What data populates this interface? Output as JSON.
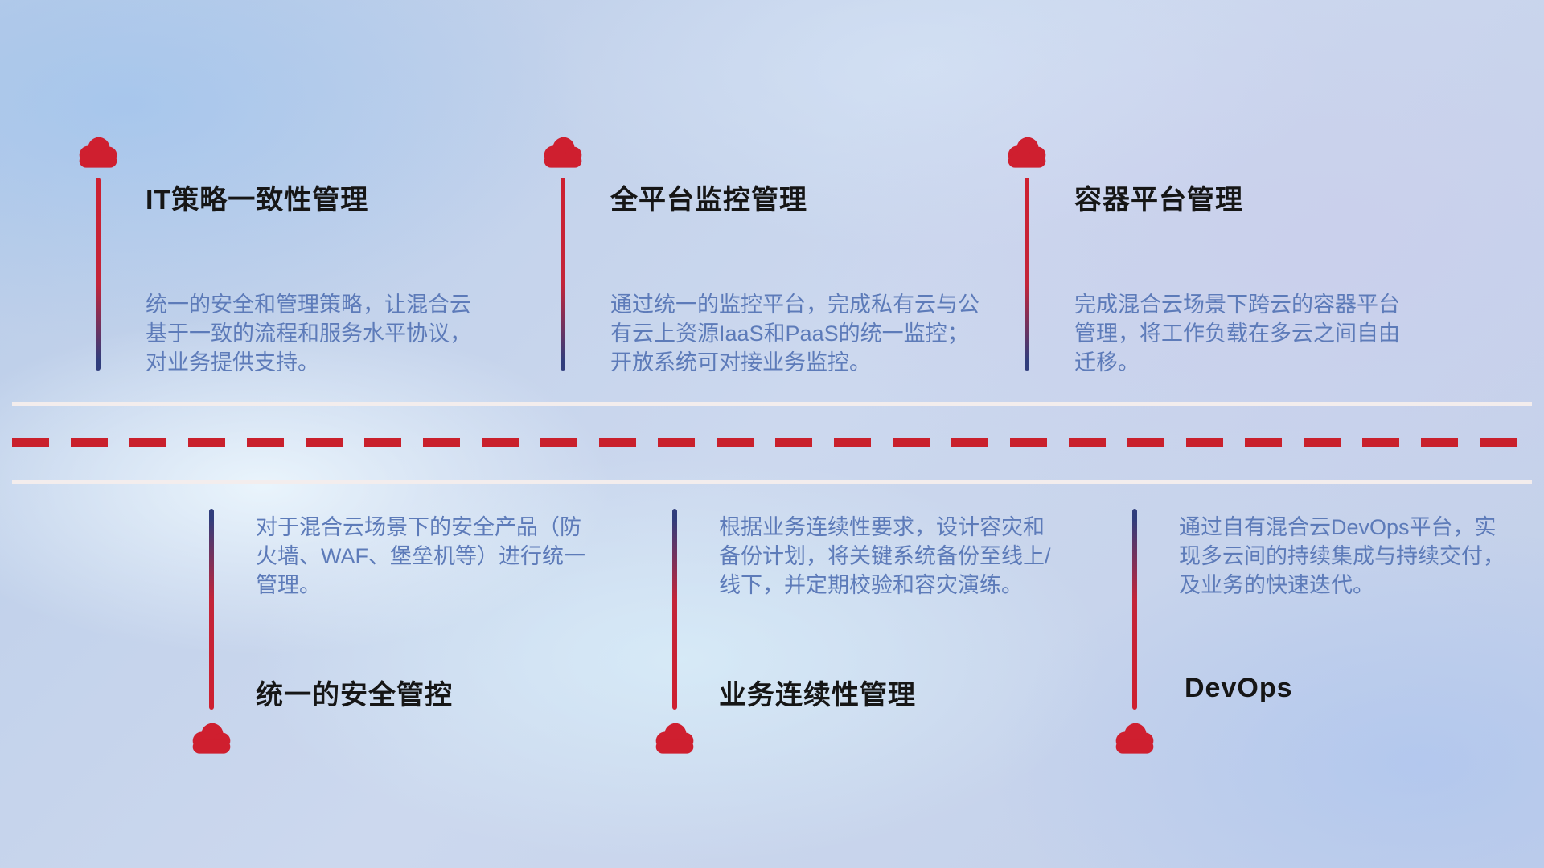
{
  "colors": {
    "accent_red": "#cf1f2f",
    "line_navy": "#303d7c",
    "title_text": "#161616",
    "description_text": "#5d7bb9",
    "divider_white": "#f3eded",
    "background_blue": "#c4d1ea"
  },
  "icons": {
    "cloud": "cloud-icon"
  },
  "items": [
    {
      "position": "top",
      "title": "IT策略一致性管理",
      "description": "统一的安全和管理策略，让混合云基于一致的流程和服务水平协议，对业务提供支持。"
    },
    {
      "position": "top",
      "title": "全平台监控管理",
      "description": "通过统一的监控平台，完成私有云与公有云上资源IaaS和PaaS的统一监控；开放系统可对接业务监控。"
    },
    {
      "position": "top",
      "title": "容器平台管理",
      "description": "完成混合云场景下跨云的容器平台管理，将工作负载在多云之间自由迁移。"
    },
    {
      "position": "bottom",
      "title": "统一的安全管控",
      "description": "对于混合云场景下的安全产品（防火墙、WAF、堡垒机等）进行统一管理。"
    },
    {
      "position": "bottom",
      "title": "业务连续性管理",
      "description": "根据业务连续性要求，设计容灾和备份计划，将关键系统备份至线上/线下，并定期校验和容灾演练。"
    },
    {
      "position": "bottom",
      "title": "DevOps",
      "description": "通过自有混合云DevOps平台，实现多云间的持续集成与持续交付，及业务的快速迭代。"
    }
  ]
}
